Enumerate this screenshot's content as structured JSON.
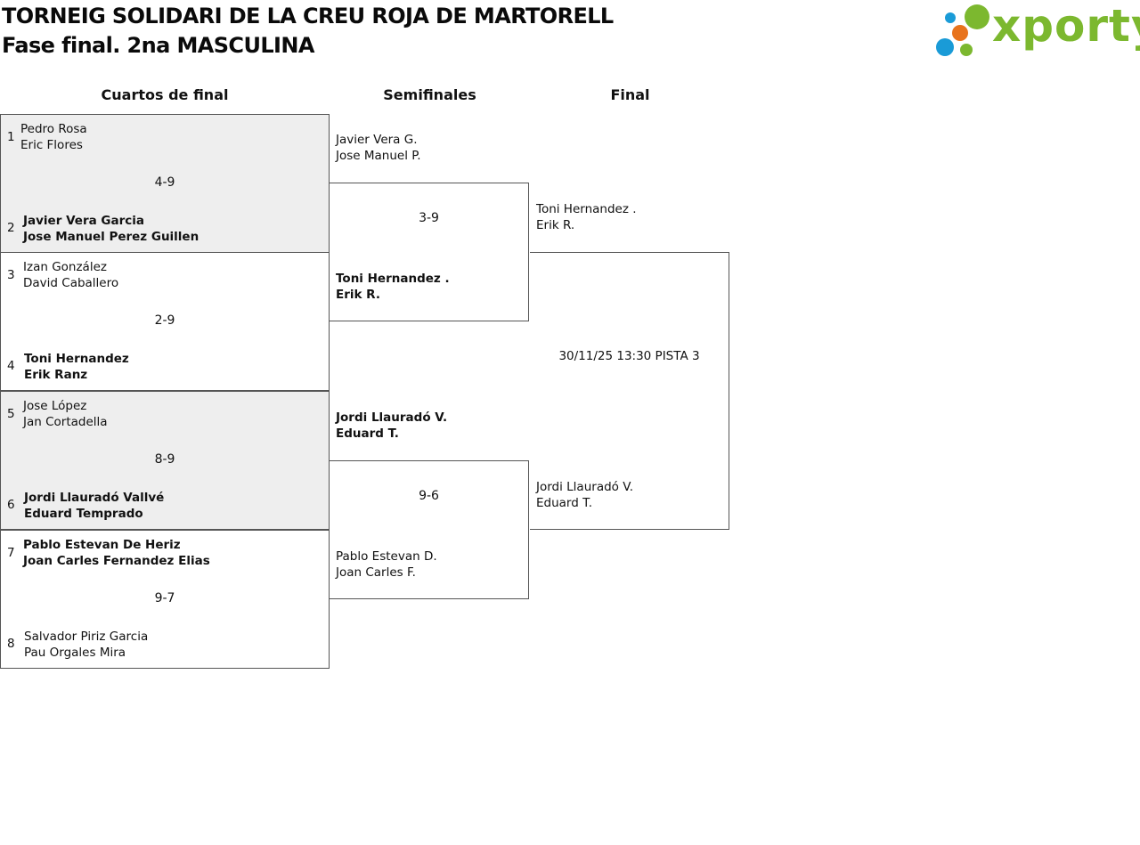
{
  "header": {
    "title_line1": "TORNEIG SOLIDARI DE LA CREU ROJA DE MARTORELL",
    "title_line2": "Fase final. 2na MASCULINA",
    "logo_text": "xporty",
    "colors": {
      "logo_green": "#7cb82f",
      "logo_blue": "#1a9bd7",
      "logo_orange": "#e8731c"
    }
  },
  "columns": {
    "quarterfinals": "Cuartos de final",
    "semifinals": "Semifinales",
    "final": "Final"
  },
  "quarterfinals": [
    {
      "top": {
        "seed": "1",
        "p1": "Pedro Rosa",
        "p2": "Eric Flores"
      },
      "score": "4-9",
      "bottom": {
        "seed": "2",
        "p1": "Javier Vera Garcia",
        "p2": "Jose Manuel Perez Guillen"
      }
    },
    {
      "top": {
        "seed": "3",
        "p1": "Izan González",
        "p2": "David Caballero"
      },
      "score": "2-9",
      "bottom": {
        "seed": "4",
        "p1": "Toni Hernandez",
        "p2": "Erik Ranz"
      }
    },
    {
      "top": {
        "seed": "5",
        "p1": "Jose López",
        "p2": "Jan Cortadella"
      },
      "score": "8-9",
      "bottom": {
        "seed": "6",
        "p1": "Jordi Llauradó Vallvé",
        "p2": "Eduard Temprado"
      }
    },
    {
      "top": {
        "seed": "7",
        "p1": "Pablo Estevan De Heriz",
        "p2": "Joan Carles Fernandez Elias"
      },
      "score": "9-7",
      "bottom": {
        "seed": "8",
        "p1": "Salvador Piriz Garcia",
        "p2": "Pau Orgales Mira"
      }
    }
  ],
  "semifinals": [
    {
      "top": {
        "p1": "Javier Vera G.",
        "p2": "Jose Manuel P."
      },
      "score": "3-9",
      "bottom": {
        "p1": "Toni Hernandez .",
        "p2": "Erik R."
      }
    },
    {
      "top": {
        "p1": "Jordi Llauradó V.",
        "p2": "Eduard T."
      },
      "score": "9-6",
      "bottom": {
        "p1": "Pablo Estevan D.",
        "p2": "Joan Carles F."
      }
    }
  ],
  "final": {
    "top": {
      "p1": "Toni Hernandez .",
      "p2": "Erik R."
    },
    "info": "30/11/25 13:30 PISTA 3",
    "bottom": {
      "p1": "Jordi Llauradó V.",
      "p2": "Eduard T."
    }
  }
}
